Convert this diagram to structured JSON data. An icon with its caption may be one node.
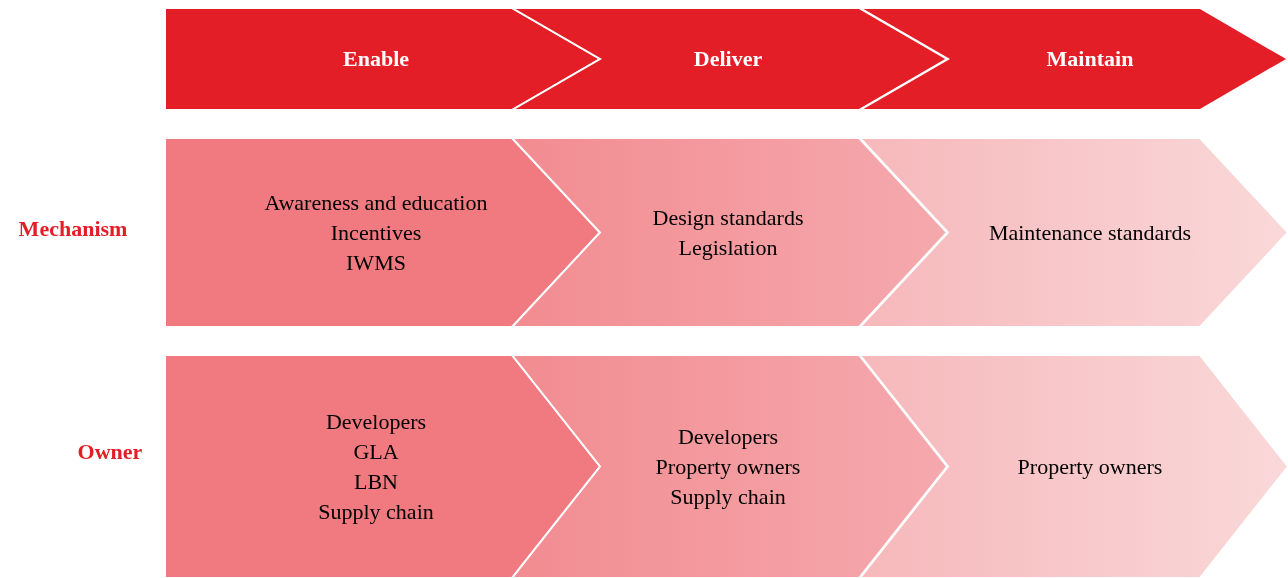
{
  "diagram": {
    "nodes": [
      {
        "text": [
          "Enable"
        ]
      },
      {
        "text": [
          "Deliver"
        ]
      },
      {
        "text": [
          "Maintain"
        ]
      },
      {
        "text": [
          "Awareness and education",
          "Incentives",
          "IWMS"
        ]
      },
      {
        "text": [
          "Design standards",
          "Legislation"
        ]
      },
      {
        "text": [
          "Maintenance standards"
        ]
      },
      {
        "text": [
          "Developers",
          "GLA",
          "LBN",
          "Supply chain"
        ]
      },
      {
        "text": [
          "Developers",
          "Property owners",
          "Supply chain"
        ]
      },
      {
        "text": [
          "Property owners"
        ]
      }
    ],
    "labels": [
      "Mechanism",
      "Owner"
    ]
  }
}
